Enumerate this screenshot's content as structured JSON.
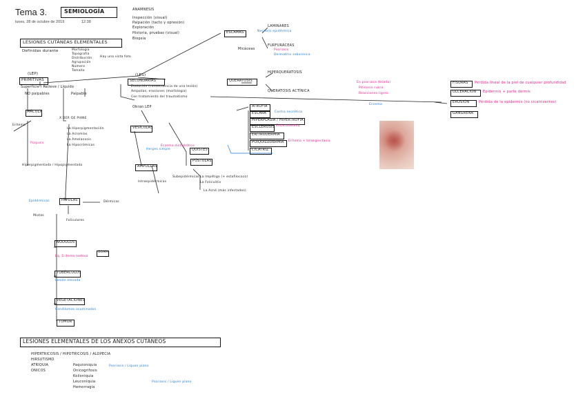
{
  "header": {
    "title": "Tema 3.",
    "date": "lunes, 28 de octubre de 2019",
    "time": "12:38",
    "subject": "SEMIOLOGÍA"
  },
  "examen": [
    "ANAMNESIS",
    "Inspección (visual)",
    "Palpación (tacto y opresión)",
    "Exploración",
    "Historia, pruebas (visual)",
    "Biopsia"
  ],
  "lesiones_cutaneas": {
    "title": "LESIONES CUTÁNEAS ELEMENTALES",
    "sub": "Definidas durante",
    "forms": [
      "Morfología",
      "Topografía",
      "Distribución",
      "Agrupación",
      "Número",
      "Tamaño"
    ],
    "ver": "Hay una vista foto"
  },
  "primarias": {
    "tag": "(LEP)",
    "label": "PRIMITIVAS",
    "sub": "NO palpables",
    "plano": "Superficie / Relieve / Líquido",
    "palpable": "Palpable"
  },
  "secundarias": {
    "tag": "(LES)",
    "label": "SECUNDARIAS",
    "lines": [
      "Evolución (consecuencia de una lesión)",
      "Ampollas, erosiones (morfología)",
      "Con tratamiento del traumatismo"
    ],
    "obran": "Obran LEP"
  },
  "escamas": {
    "label": "ESCAMAS",
    "laminares": "LAMINARES",
    "micaceas": "Micáceas",
    "furfuraceas": "FURFURÁCEAS"
  },
  "queratosis": {
    "label": "QUERATOSIS",
    "hiperqueratosis": "HIPERQUERATOSIS",
    "actinica": "QUERATOSIS ACTÍNICA",
    "side": "En psoriasis (triada)"
  },
  "list_right": [
    "ATROFIA",
    "ESCARA",
    "HIPERPLASIA / HIPERTROFIA",
    "ESCLEROSIS",
    "ERITRODERMIA",
    "POIQUILODERMIA",
    "CICATRIZ"
  ],
  "fissures": [
    {
      "label": "FISURAS",
      "desc": "Pérdida lineal de la piel de cualquier profundidad"
    },
    {
      "label": "ULCERACIÓN",
      "desc": "Epidermis + parte dermis"
    },
    {
      "label": "EROSIÓN",
      "desc": "Pérdida de la epidermis (no cicatrizantes)"
    },
    {
      "label": "GANGRENA",
      "desc": ""
    }
  ],
  "macula": {
    "label": "MÁCULA",
    "items": [
      "Eritema",
      "Púrpura",
      "Hiperpigmentada / Hipopigmentada"
    ]
  },
  "papulas": {
    "label": "PÁPULAS",
    "items": [
      "Epidérmicas",
      "Dérmicas",
      "Mixtas",
      "Foliculares"
    ]
  },
  "vesiculas": {
    "label": "VESÍCULAS",
    "ampollas": "AMPOLLAS",
    "quistes": "QUISTES",
    "pustulas": "PÚSTULAS"
  },
  "lower_boxes": [
    "NÓDULOS",
    "GOMA",
    "TUBÉRCULOS",
    "VEGETACIONES",
    "TUMOR"
  ],
  "anexos": {
    "title": "LESIONES ELEMENTALES DE LOS ANEXOS CUTÁNEOS",
    "items": [
      "HIPERTRICOSIS / HIPOTRICOSIS / ALOPECIA",
      "HIRSUTISMO",
      "ATRIQUIA",
      "ONICOS",
      "Paquioniquia",
      "Onicogrifosis",
      "Koiloniquia",
      "Leuconiquia",
      "Hemorragia"
    ]
  }
}
